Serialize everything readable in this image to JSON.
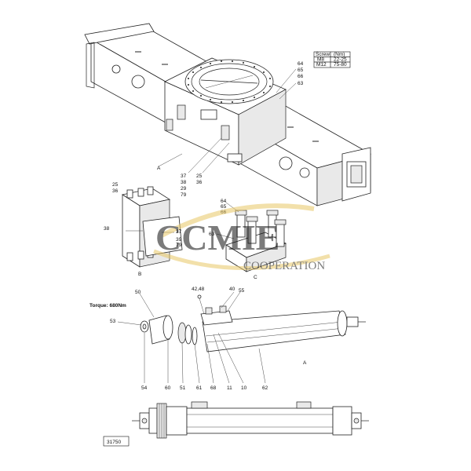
{
  "screw_table": {
    "header": [
      "Screw",
      "(Nm)"
    ],
    "rows": [
      [
        "M8",
        "22-25"
      ],
      [
        "M12",
        "75-80"
      ]
    ]
  },
  "callouts": {
    "c64a": "64",
    "c65a": "65",
    "c66a": "66",
    "c63a": "63",
    "c37a": "37",
    "c38a": "38",
    "c29a": "29",
    "c79a": "79",
    "c25a": "25",
    "c36a": "36",
    "viewA": "A",
    "c25b": "25",
    "c36b": "36",
    "c38b": "38",
    "c37b": "37",
    "c39b": "39",
    "c79b": "79",
    "viewB": "B",
    "c64b": "64",
    "c65b": "65",
    "c66b": "66",
    "c63b": "63",
    "viewC": "C",
    "c50": "50",
    "c53": "53",
    "c4248": "42,48",
    "c40": "40",
    "c55": "55",
    "b54": "54",
    "b60": "60",
    "b51": "51",
    "b61": "61",
    "b68": "68",
    "b11": "11",
    "b10": "10",
    "b62": "62",
    "viewA2": "A"
  },
  "torque_note": "Torque: 680Nm",
  "drawing_number": "31750",
  "watermark": {
    "brand": "CCMIE",
    "subtitle": "COOPERATION"
  }
}
